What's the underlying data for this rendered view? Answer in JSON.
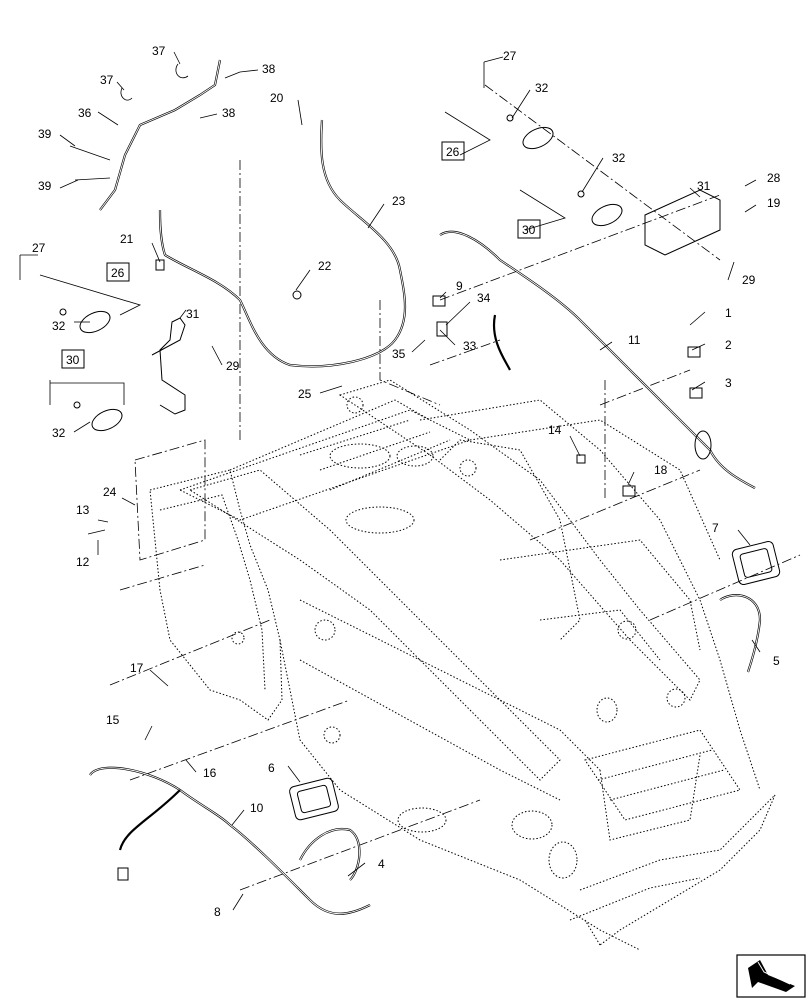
{
  "diagram": {
    "callouts": [
      {
        "id": "c1",
        "text": "1"
      },
      {
        "id": "c2",
        "text": "2"
      },
      {
        "id": "c3",
        "text": "3"
      },
      {
        "id": "c4",
        "text": "4"
      },
      {
        "id": "c5",
        "text": "5"
      },
      {
        "id": "c6",
        "text": "6"
      },
      {
        "id": "c7",
        "text": "7"
      },
      {
        "id": "c8",
        "text": "8"
      },
      {
        "id": "c9",
        "text": "9"
      },
      {
        "id": "c10",
        "text": "10"
      },
      {
        "id": "c11",
        "text": "11"
      },
      {
        "id": "c12",
        "text": "12"
      },
      {
        "id": "c13",
        "text": "13"
      },
      {
        "id": "c14",
        "text": "14"
      },
      {
        "id": "c15",
        "text": "15"
      },
      {
        "id": "c16",
        "text": "16"
      },
      {
        "id": "c17",
        "text": "17"
      },
      {
        "id": "c18",
        "text": "18"
      },
      {
        "id": "c19",
        "text": "19"
      },
      {
        "id": "c20",
        "text": "20"
      },
      {
        "id": "c21",
        "text": "21"
      },
      {
        "id": "c22",
        "text": "22"
      },
      {
        "id": "c23",
        "text": "23"
      },
      {
        "id": "c24",
        "text": "24"
      },
      {
        "id": "c25",
        "text": "25"
      },
      {
        "id": "c27a",
        "text": "27"
      },
      {
        "id": "c27b",
        "text": "27"
      },
      {
        "id": "c28",
        "text": "28"
      },
      {
        "id": "c29a",
        "text": "29"
      },
      {
        "id": "c29b",
        "text": "29"
      },
      {
        "id": "c31a",
        "text": "31"
      },
      {
        "id": "c31b",
        "text": "31"
      },
      {
        "id": "c32a",
        "text": "32"
      },
      {
        "id": "c32b",
        "text": "32"
      },
      {
        "id": "c32c",
        "text": "32"
      },
      {
        "id": "c32d",
        "text": "32"
      },
      {
        "id": "c33",
        "text": "33"
      },
      {
        "id": "c34",
        "text": "34"
      },
      {
        "id": "c35",
        "text": "35"
      },
      {
        "id": "c36",
        "text": "36"
      },
      {
        "id": "c37a",
        "text": "37"
      },
      {
        "id": "c37b",
        "text": "37"
      },
      {
        "id": "c38a",
        "text": "38"
      },
      {
        "id": "c38b",
        "text": "38"
      },
      {
        "id": "c39a",
        "text": "39"
      },
      {
        "id": "c39b",
        "text": "39"
      }
    ],
    "boxed_callouts": [
      {
        "id": "b26a",
        "text": "26"
      },
      {
        "id": "b30a",
        "text": "30"
      },
      {
        "id": "b26b",
        "text": "26"
      },
      {
        "id": "b30b",
        "text": "30"
      }
    ],
    "orientation_icon": "view-direction-arrow-icon"
  }
}
